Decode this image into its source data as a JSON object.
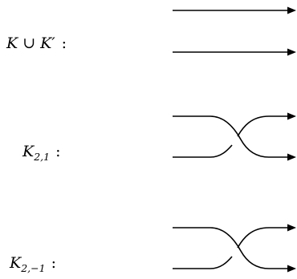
{
  "diagram": {
    "rows": [
      {
        "id": "k-union-kprime",
        "label": {
          "main": "K",
          "union": "∪",
          "second": "K′",
          "colon": ":"
        },
        "type": "parallel"
      },
      {
        "id": "k-2-1",
        "label": {
          "main": "K",
          "subscript": "2,1",
          "colon": ":"
        },
        "type": "crossing"
      },
      {
        "id": "k-2-minus-1",
        "label": {
          "main": "K",
          "subscript": "2,−1",
          "colon": ":"
        },
        "type": "crossing"
      }
    ],
    "stroke_color": "#000000"
  }
}
